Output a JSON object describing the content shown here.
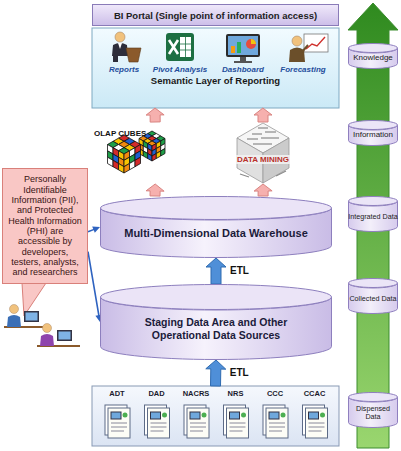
{
  "diagram": {
    "nodes": [
      {
        "text": [
          "BI Portal (Single point of information access)"
        ]
      },
      {
        "text": [
          "Semantic Layer of Reporting"
        ]
      },
      {
        "text": [
          "Reports"
        ],
        "in": 1
      },
      {
        "text": [
          "Pivot Analysis"
        ],
        "in": 1
      },
      {
        "text": [
          "Dashboard"
        ],
        "in": 1
      },
      {
        "text": [
          "Forecasting"
        ],
        "in": 1
      },
      {
        "text": [
          "OLAP CUBES"
        ]
      },
      {
        "text": [
          "DATA MINING"
        ]
      },
      {
        "text": [
          "Multi-Dimensional Data Warehouse"
        ]
      },
      {
        "text": [
          "Staging Data Area and Other Operational Data Sources"
        ]
      },
      {
        "text": []
      },
      {
        "text": [
          "ADT"
        ],
        "in": 10
      },
      {
        "text": [
          "DAD"
        ],
        "in": 10
      },
      {
        "text": [
          "NACRS"
        ],
        "in": 10
      },
      {
        "text": [
          "NRS"
        ],
        "in": 10
      },
      {
        "text": [
          "CCC"
        ],
        "in": 10
      },
      {
        "text": [
          "CCAC"
        ],
        "in": 10
      },
      {
        "text": [
          "Personally Identifiable Information (PII), and Protected Health Information (PHI) are accessible by developers, testers, analysts, and researchers"
        ]
      },
      {
        "text": [
          "Knowledge"
        ]
      },
      {
        "text": [
          "Information"
        ]
      },
      {
        "text": [
          "Integrated Data"
        ]
      },
      {
        "text": [
          "Collected Data"
        ]
      },
      {
        "text": [
          "Dispensed Data"
        ]
      }
    ],
    "edges": [
      {
        "from": 9,
        "to": 8,
        "label": "ETL",
        "arrow": "to"
      },
      {
        "from": 10,
        "to": 9,
        "label": "ETL",
        "arrow": "to"
      },
      {
        "from": 8,
        "to": 6,
        "arrow": "to"
      },
      {
        "from": 8,
        "to": 7,
        "arrow": "to"
      },
      {
        "from": 6,
        "to": 1,
        "arrow": "to"
      },
      {
        "from": 7,
        "to": 1,
        "arrow": "to"
      },
      {
        "from": 17,
        "to": 8,
        "arrow": "to"
      },
      {
        "from": 17,
        "to": 9,
        "arrow": "to"
      }
    ]
  }
}
